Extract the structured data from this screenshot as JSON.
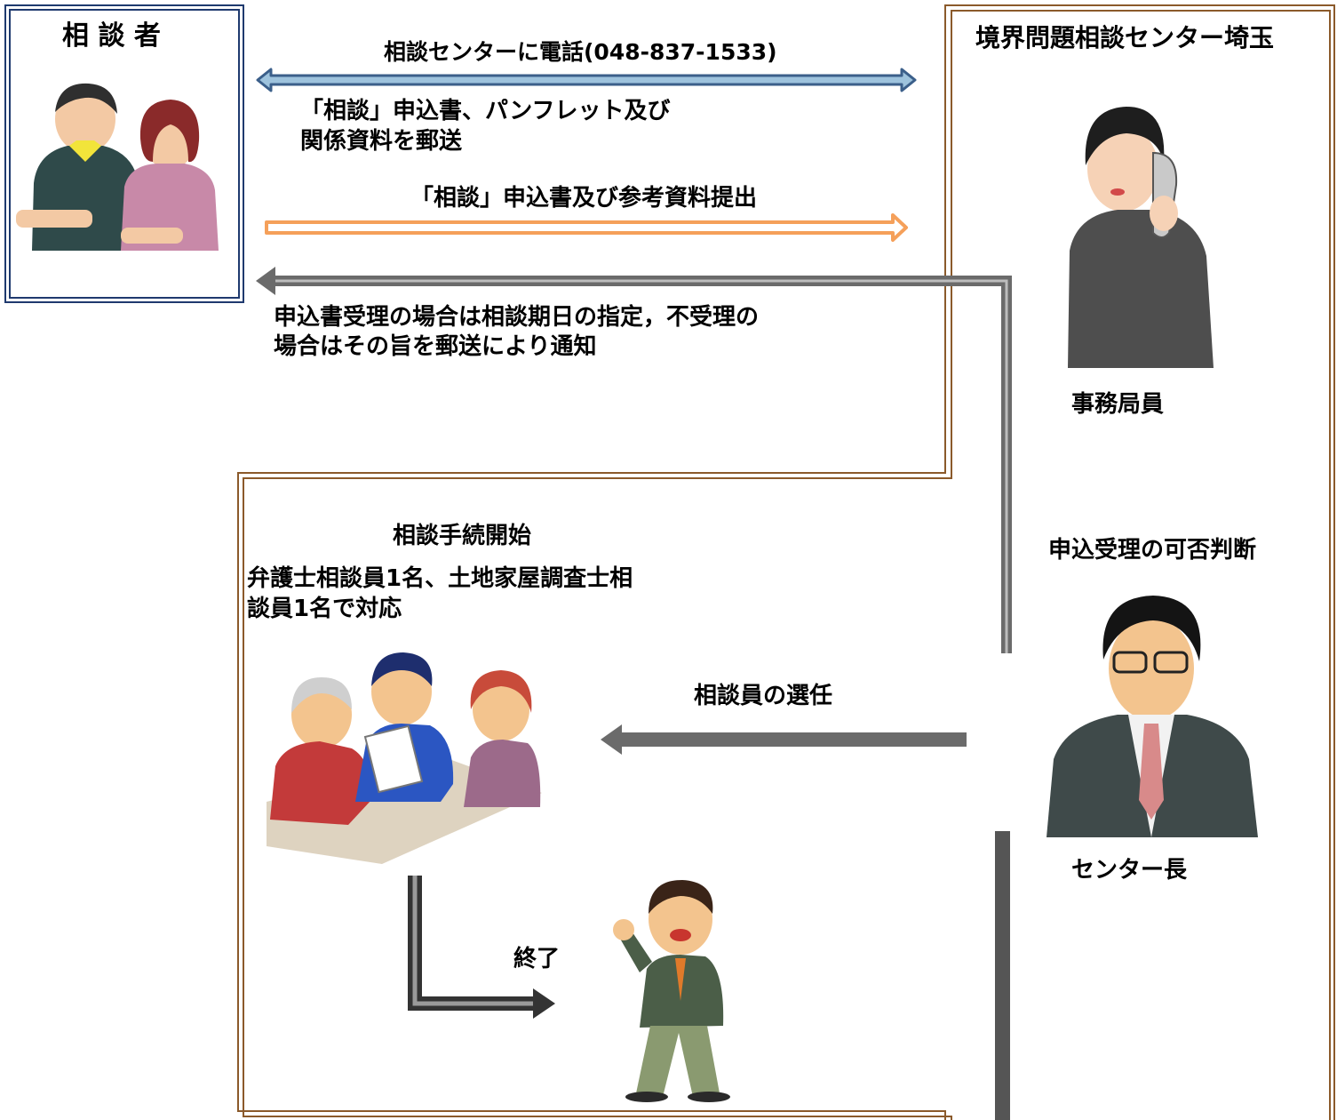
{
  "consultant": {
    "title": "相 談 者"
  },
  "center": {
    "title": "境界問題相談センター埼玉",
    "clerk_label": "事務局員",
    "director_label": "センター長",
    "decision_label": "申込受理の可否判断"
  },
  "arrows": {
    "phone": "相談センターに電話(048-837-1533)",
    "mail_line1": "「相談」申込書、パンフレット及び",
    "mail_line2": "関係資料を郵送",
    "submit": "「相談」申込書及び参考資料提出",
    "notify_line1": "申込書受理の場合は相談期日の指定，不受理の",
    "notify_line2": "場合はその旨を郵送により通知",
    "select": "相談員の選任"
  },
  "procedure": {
    "title": "相談手続開始",
    "desc_line1": "弁護士相談員1名、土地家屋調査士相",
    "desc_line2": "談員1名で対応",
    "end_label": "終了"
  },
  "colors": {
    "consultant_border": "#1f3a6e",
    "center_border": "#8b5a2b",
    "blue_arrow": "#9ec3dd",
    "blue_arrow_outline": "#3b5f8a",
    "orange_arrow": "#f5a05a",
    "gray_arrow": "#6b6b6b",
    "dark_arrow": "#3a3a3a"
  }
}
